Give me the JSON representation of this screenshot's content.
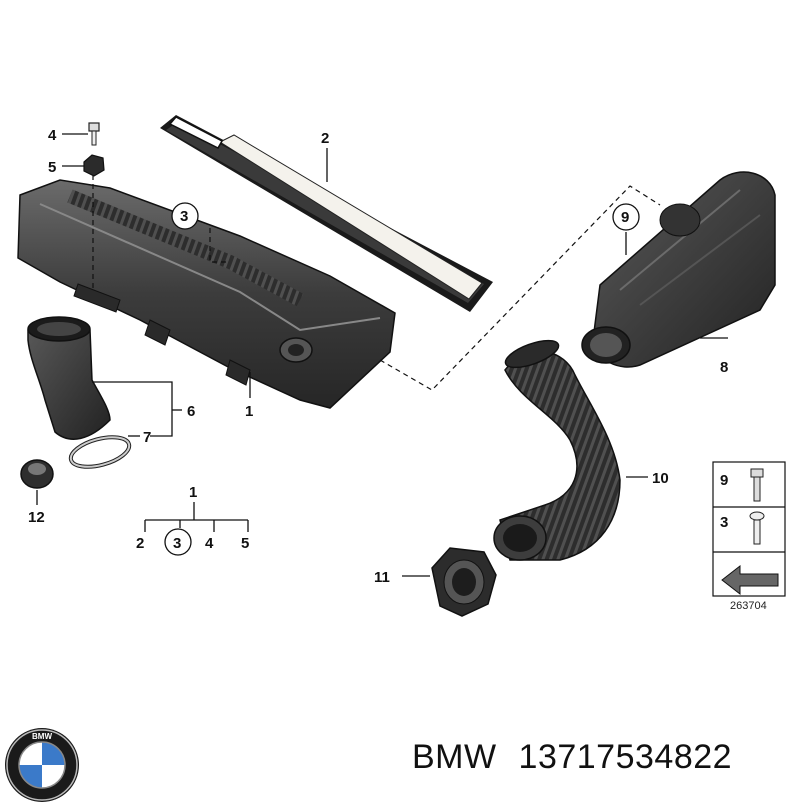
{
  "callouts": {
    "c1": "1",
    "c2": "2",
    "c3": "3",
    "c4": "4",
    "c5": "5",
    "c6": "6",
    "c7": "7",
    "c8": "8",
    "c9": "9",
    "c10": "10",
    "c11": "11",
    "c12": "12"
  },
  "tree": {
    "root": "1",
    "children": [
      "2",
      "3",
      "4",
      "5"
    ]
  },
  "legend": {
    "row1": "9",
    "row2": "3",
    "code": "263704"
  },
  "brand": {
    "logo_text": "BMW",
    "maker": "BMW",
    "part_number": "13717534822"
  },
  "colors": {
    "part_fill": "#3a3a3a",
    "part_dark": "#1f1f1f",
    "filter_fill": "#f4f2ec",
    "line": "#111111"
  }
}
